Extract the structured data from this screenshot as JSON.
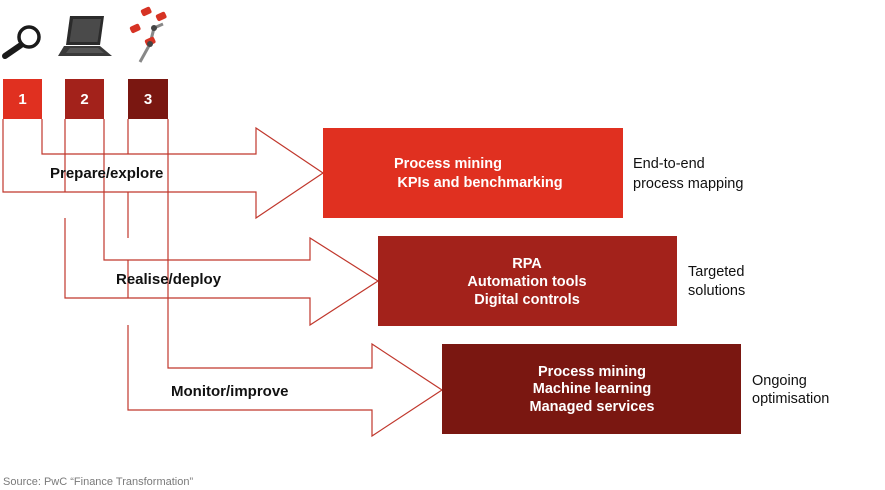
{
  "colors": {
    "step1": "#e03020",
    "step2": "#a3221b",
    "step3": "#7a1711",
    "line": "#c0372c",
    "text": "#111111",
    "source": "#7a7a7a"
  },
  "icons": [
    "magnifier-icon",
    "laptop-icon",
    "robot-arm-icon"
  ],
  "steps": [
    {
      "number": "1",
      "color": "#e03020"
    },
    {
      "number": "2",
      "color": "#a3221b"
    },
    {
      "number": "3",
      "color": "#7a1711"
    }
  ],
  "phases": [
    {
      "label": "Prepare/explore",
      "color": "#e03020",
      "box_lines": [
        "Process mining",
        "KPIs and benchmarking"
      ],
      "outcome_lines": [
        "End-to-end",
        "process mapping"
      ]
    },
    {
      "label": "Realise/deploy",
      "color": "#a3221b",
      "box_lines": [
        "RPA",
        "Automation tools",
        "Digital controls"
      ],
      "outcome_lines": [
        "Targeted",
        "solutions"
      ]
    },
    {
      "label": "Monitor/improve",
      "color": "#7a1711",
      "box_lines": [
        "Process mining",
        "Machine learning",
        "Managed services"
      ],
      "outcome_lines": [
        "Ongoing",
        "optimisation"
      ]
    }
  ],
  "source": "Source: PwC “Finance Transformation”"
}
